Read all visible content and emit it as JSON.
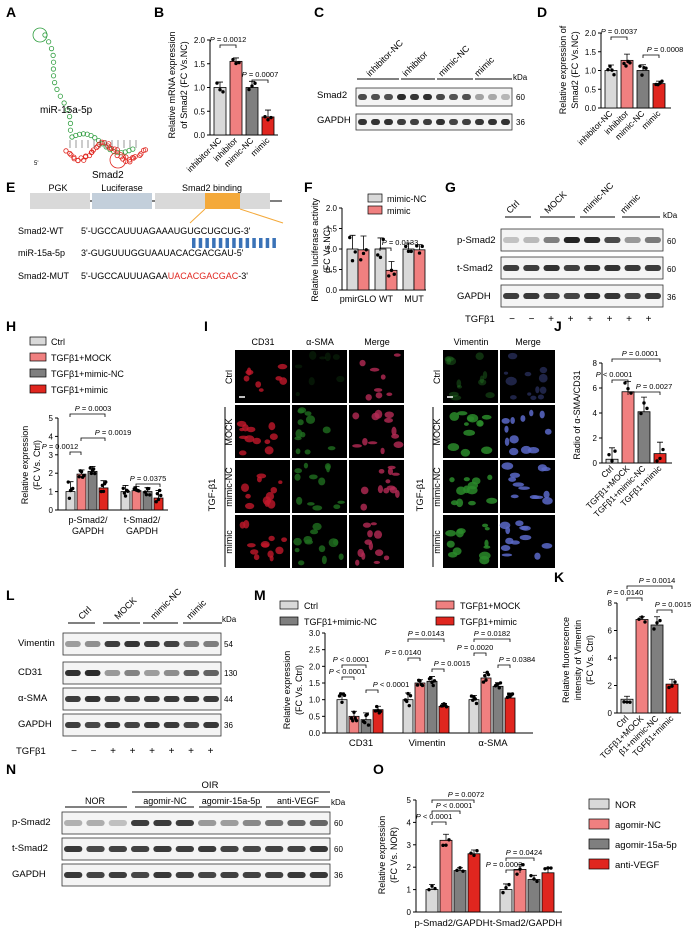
{
  "panels": {
    "A": {
      "letter": "A",
      "labels": [
        "miR-15a-5p",
        "Smad2",
        "5'"
      ]
    },
    "B": {
      "letter": "B",
      "ylabel": [
        "Relative mRNA expression",
        "of Smad2 (FC Vs.NC)"
      ],
      "categories": [
        "inhibitor-NC",
        "inhibitor",
        "mimic-NC",
        "mimic"
      ],
      "pvals": [
        "P = 0.0012",
        "P = 0.0007"
      ],
      "ticks": [
        "0.0",
        "0.5",
        "1.0",
        "1.5",
        "2.0"
      ]
    },
    "C": {
      "letter": "C",
      "lanes": [
        "inhibitor-NC",
        "inhibitor",
        "mimic-NC",
        "mimic"
      ],
      "rows": [
        "Smad2",
        "GAPDH"
      ],
      "kda": [
        "kDa",
        "60",
        "36"
      ]
    },
    "D": {
      "letter": "D",
      "ylabel": [
        "Relative expression of",
        "Smad2 (FC Vs.NC)"
      ],
      "categories": [
        "inhibitor-NC",
        "inhibitor",
        "mimic-NC",
        "mimic"
      ],
      "pvals": [
        "P = 0.0037",
        "P = 0.0008"
      ],
      "ticks": [
        "0.0",
        "0.5",
        "1.0",
        "1.5",
        "2.0"
      ]
    },
    "E": {
      "letter": "E",
      "boxes": [
        "PGK",
        "Luciferase",
        "Smad2 binding"
      ],
      "seqs": [
        {
          "name": "Smad2-WT",
          "seq": "5'-UGCCAUUUAGAAAUGUGCUGCUG-3'"
        },
        {
          "name": "miR-15a-5p",
          "seq": "3'-GUGUUUGGUAAUACACGACGAU-5'"
        },
        {
          "name": "Smad2-MUT",
          "seq_a": "5'-UGCCAUUUAGAA",
          "seq_b": "UACACGACGAC",
          "seq_c": "-3'"
        }
      ]
    },
    "F": {
      "letter": "F",
      "legend": [
        "mimic-NC",
        "mimic"
      ],
      "ylabel": [
        "Relative luciferase activity",
        "(FC Vs.NC)"
      ],
      "categories": [
        "pmirGLO",
        "WT",
        "MUT"
      ],
      "pvals": [
        "P = 0.0133"
      ],
      "ticks": [
        "0.0",
        "0.5",
        "1.0",
        "1.5",
        "2.0"
      ]
    },
    "G": {
      "letter": "G",
      "lanes": [
        "Ctrl",
        "MOCK",
        "mimic-NC",
        "mimic"
      ],
      "rows": [
        "p-Smad2",
        "t-Smad2",
        "GAPDH"
      ],
      "kda": [
        "kDa",
        "60",
        "60",
        "36"
      ],
      "treat": "TGFβ1",
      "signs": [
        "−",
        "−",
        "+",
        "+",
        "+",
        "+",
        "+",
        "+"
      ]
    },
    "H": {
      "letter": "H",
      "legend": [
        "Ctrl",
        "TGFβ1+MOCK",
        "TGFβ1+mimic-NC",
        "TGFβ1+mimic"
      ],
      "ylabel": [
        "Relative expression",
        "(FC Vs. Ctrl)"
      ],
      "categories": [
        "p-Smad2/",
        "GAPDH",
        "t-Smad2/",
        "GAPDH"
      ],
      "pvals": [
        "P = 0.0003",
        "P = 0.0019",
        "P = 0.0012",
        "P = 0.0375"
      ],
      "ticks": [
        "0",
        "1",
        "2",
        "3",
        "4",
        "5"
      ]
    },
    "I": {
      "letter": "I",
      "cols_left": [
        "CD31",
        "α-SMA",
        "Merge"
      ],
      "cols_right": [
        "Vimentin",
        "Merge"
      ],
      "rows": [
        "Ctrl",
        "MOCK",
        "mimic-NC",
        "mimic"
      ],
      "group": "TGF-β1"
    },
    "J": {
      "letter": "J",
      "ylabel": "Radio of α-SMA/CD31",
      "categories": [
        "Ctrl",
        "TGFβ1+MOCK",
        "TGFβ1+mimic-NC",
        "TGFβ1+mimic"
      ],
      "pvals": [
        "P = 0.0001",
        "P < 0.0001",
        "P = 0.0027"
      ],
      "ticks": [
        "0",
        "2",
        "4",
        "6",
        "8"
      ]
    },
    "K": {
      "letter": "K",
      "ylabel": [
        "Relative fluorescence",
        "intensity of Vimentin",
        "(FC Vs. Ctrl)"
      ],
      "categories": [
        "Ctrl",
        "TGFβ1+MOCK",
        "β1+mimic-NC",
        "TGFβ1+mimic"
      ],
      "pvals": [
        "P = 0.0014",
        "P = 0.0140",
        "P = 0.0015"
      ],
      "ticks": [
        "0",
        "2",
        "4",
        "6",
        "8"
      ]
    },
    "L": {
      "letter": "L",
      "lanes": [
        "Ctrl",
        "MOCK",
        "mimic-NC",
        "mimic"
      ],
      "rows": [
        "Vimentin",
        "CD31",
        "α-SMA",
        "GAPDH"
      ],
      "kda": [
        "kDa",
        "54",
        "130",
        "44",
        "36"
      ],
      "treat": "TGFβ1",
      "signs": [
        "−",
        "−",
        "+",
        "+",
        "+",
        "+",
        "+",
        "+"
      ]
    },
    "M": {
      "letter": "M",
      "legend": [
        "Ctrl",
        "TGFβ1+MOCK",
        "TGFβ1+mimic-NC",
        "TGFβ1+mimic"
      ],
      "ylabel": [
        "Relative expression",
        "(FC Vs. Ctrl)"
      ],
      "categories": [
        "CD31",
        "Vimentin",
        "α-SMA"
      ],
      "pvals": [
        "P < 0.0001",
        "P < 0.0001",
        "P < 0.0001",
        "P = 0.0143",
        "P = 0.0140",
        "P = 0.0015",
        "P = 0.0182",
        "P = 0.0020",
        "P = 0.0384"
      ],
      "ticks": [
        "0.0",
        "0.5",
        "1.0",
        "1.5",
        "2.0",
        "2.5",
        "3.0"
      ]
    },
    "N": {
      "letter": "N",
      "group": "OIR",
      "lanes": [
        "NOR",
        "agomir-NC",
        "agomir-15a-5p",
        "anti-VEGF"
      ],
      "rows": [
        "p-Smad2",
        "t-Smad2",
        "GAPDH"
      ],
      "kda": [
        "kDa",
        "60",
        "60",
        "36"
      ]
    },
    "O": {
      "letter": "O",
      "legend": [
        "NOR",
        "agomir-NC",
        "agomir-15a-5p",
        "anti-VEGF"
      ],
      "ylabel": [
        "Relative expression",
        "(FC Vs. NOR)"
      ],
      "categories": [
        "p-Smad2/GAPDH",
        "t-Smad2/GAPDH"
      ],
      "pvals": [
        "P = 0.0072",
        "P < 0.0001",
        "P < 0.0001",
        "P = 0.0424",
        "P = 0.0003"
      ],
      "ticks": [
        "0",
        "1",
        "2",
        "3",
        "4",
        "5"
      ]
    }
  },
  "colors": {
    "gray_light": "#d9d9d9",
    "pink": "#f08080",
    "gray_dark": "#7f7f7f",
    "red": "#e0261f",
    "green": "#2f9e3f",
    "orange": "#f4a93a",
    "blue_seq": "#3a72b7"
  },
  "chart_data": [
    {
      "type": "bar",
      "panel": "B",
      "categories": [
        "inhibitor-NC",
        "inhibitor",
        "mimic-NC",
        "mimic"
      ],
      "values": [
        1.0,
        1.55,
        1.0,
        0.38
      ],
      "ylim": [
        0,
        2
      ]
    },
    {
      "type": "bar",
      "panel": "D",
      "categories": [
        "inhibitor-NC",
        "inhibitor",
        "mimic-NC",
        "mimic"
      ],
      "values": [
        1.0,
        1.27,
        1.0,
        0.65
      ],
      "ylim": [
        0,
        2
      ]
    },
    {
      "type": "bar",
      "panel": "F",
      "categories": [
        "pmirGLO",
        "WT",
        "MUT"
      ],
      "series": [
        {
          "name": "mimic-NC",
          "values": [
            1.0,
            1.0,
            1.0
          ]
        },
        {
          "name": "mimic",
          "values": [
            0.98,
            0.48,
            0.98
          ]
        }
      ],
      "ylim": [
        0,
        2
      ]
    },
    {
      "type": "bar",
      "panel": "H",
      "categories": [
        "p-Smad2/GAPDH",
        "t-Smad2/GAPDH"
      ],
      "series": [
        {
          "name": "Ctrl",
          "values": [
            1.0,
            1.0
          ]
        },
        {
          "name": "TGFβ1+MOCK",
          "values": [
            1.95,
            1.05
          ]
        },
        {
          "name": "TGFβ1+mimic-NC",
          "values": [
            2.1,
            1.0
          ]
        },
        {
          "name": "TGFβ1+mimic",
          "values": [
            1.2,
            0.65
          ]
        }
      ],
      "ylim": [
        0,
        5
      ]
    },
    {
      "type": "bar",
      "panel": "J",
      "categories": [
        "Ctrl",
        "TGFβ1+MOCK",
        "TGFβ1+mimic-NC",
        "TGFβ1+mimic"
      ],
      "values": [
        0.3,
        5.7,
        4.1,
        0.75
      ],
      "ylim": [
        0,
        8
      ]
    },
    {
      "type": "bar",
      "panel": "K",
      "categories": [
        "Ctrl",
        "TGFβ1+MOCK",
        "β1+mimic-NC",
        "TGFβ1+mimic"
      ],
      "values": [
        1.0,
        6.8,
        6.4,
        2.1
      ],
      "ylim": [
        0,
        8
      ]
    },
    {
      "type": "bar",
      "panel": "M",
      "categories": [
        "CD31",
        "Vimentin",
        "α-SMA"
      ],
      "series": [
        {
          "name": "Ctrl",
          "values": [
            1.0,
            1.0,
            1.0
          ]
        },
        {
          "name": "TGFβ1+MOCK",
          "values": [
            0.5,
            1.5,
            1.65
          ]
        },
        {
          "name": "TGFβ1+mimic-NC",
          "values": [
            0.4,
            1.55,
            1.4
          ]
        },
        {
          "name": "TGFβ1+mimic",
          "values": [
            0.7,
            0.8,
            1.05
          ]
        }
      ],
      "ylim": [
        0,
        3
      ]
    },
    {
      "type": "bar",
      "panel": "O",
      "categories": [
        "p-Smad2/GAPDH",
        "t-Smad2/GAPDH"
      ],
      "series": [
        {
          "name": "NOR",
          "values": [
            1.0,
            1.0
          ]
        },
        {
          "name": "agomir-NC",
          "values": [
            3.2,
            1.9
          ]
        },
        {
          "name": "agomir-15a-5p",
          "values": [
            1.85,
            1.45
          ]
        },
        {
          "name": "anti-VEGF",
          "values": [
            2.6,
            1.75
          ]
        }
      ],
      "ylim": [
        0,
        5
      ]
    }
  ]
}
